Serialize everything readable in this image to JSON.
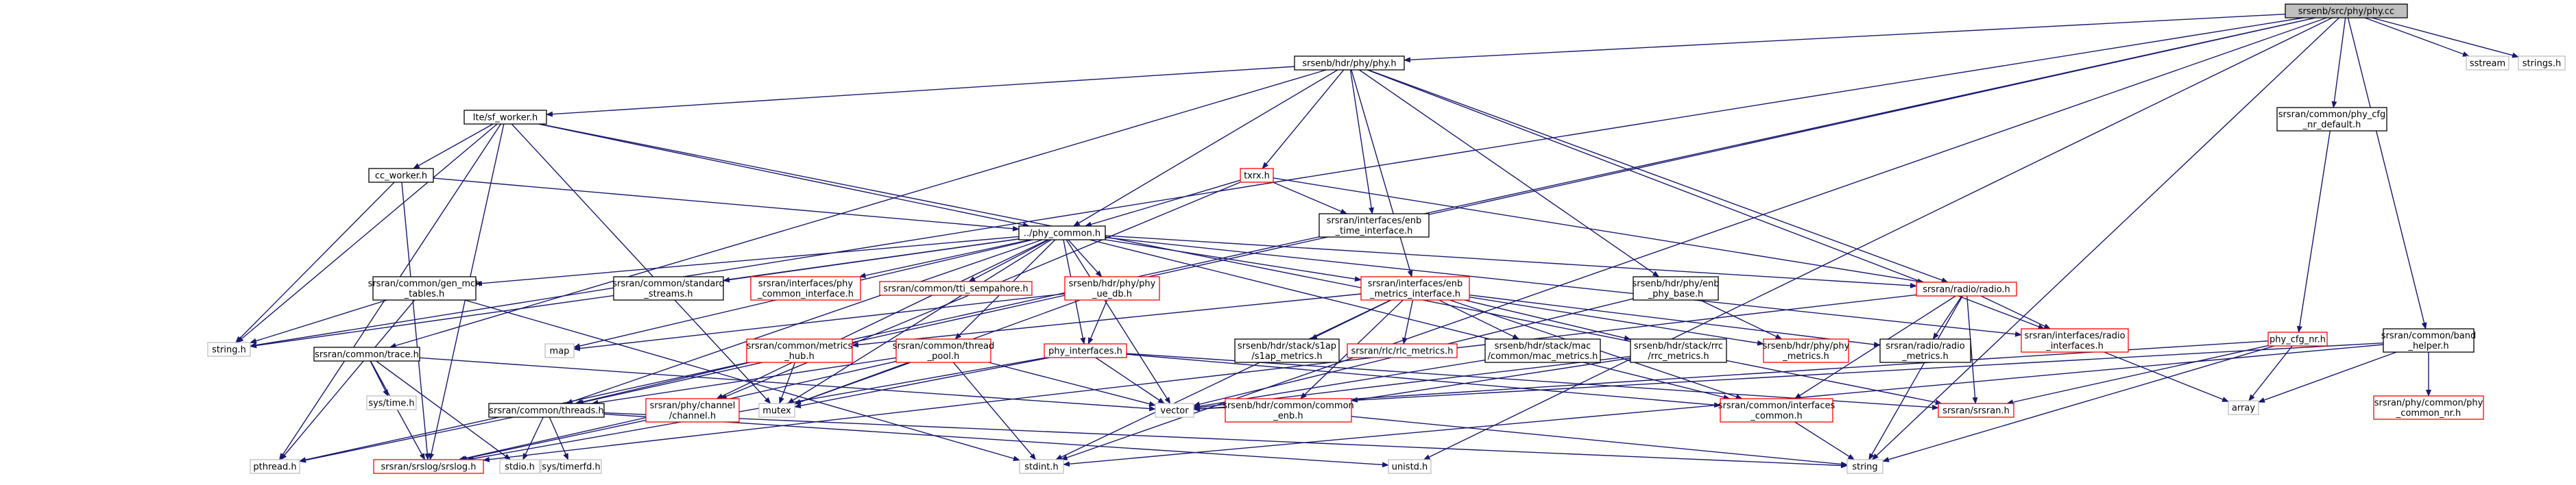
{
  "colors": {
    "edge": "#191970",
    "root_fill": "#bfbfbf",
    "node_fill": "#ffffff",
    "node_border": "#000000",
    "incomplete_border": "#ff0000",
    "system_border": "#bfbfbf"
  },
  "nodes": [
    {
      "id": "phy_cc",
      "lines": [
        "srsenb/src/phy/phy.cc"
      ],
      "kind": "root"
    },
    {
      "id": "phy_h",
      "lines": [
        "srsenb/hdr/phy/phy.h"
      ],
      "kind": "normal"
    },
    {
      "id": "sstream",
      "lines": [
        "sstream"
      ],
      "kind": "system"
    },
    {
      "id": "strings_h",
      "lines": [
        "strings.h"
      ],
      "kind": "system"
    },
    {
      "id": "phy_cfg_nr_default",
      "lines": [
        "srsran/common/phy_cfg",
        "_nr_default.h"
      ],
      "kind": "normal"
    },
    {
      "id": "lte_sf_worker",
      "lines": [
        "lte/sf_worker.h"
      ],
      "kind": "normal"
    },
    {
      "id": "txrx",
      "lines": [
        "txrx.h"
      ],
      "kind": "incomplete"
    },
    {
      "id": "cc_worker",
      "lines": [
        "cc_worker.h"
      ],
      "kind": "normal"
    },
    {
      "id": "enb_time_iface",
      "lines": [
        "srsran/interfaces/enb",
        "_time_interface.h"
      ],
      "kind": "normal"
    },
    {
      "id": "phy_common",
      "lines": [
        "../phy_common.h"
      ],
      "kind": "normal"
    },
    {
      "id": "phy_cfg_nr",
      "lines": [
        "phy_cfg_nr.h"
      ],
      "kind": "incomplete"
    },
    {
      "id": "band_helper",
      "lines": [
        "srsran/common/band",
        "_helper.h"
      ],
      "kind": "normal"
    },
    {
      "id": "gen_mch_tables",
      "lines": [
        "srsran/common/gen_mch",
        "_tables.h"
      ],
      "kind": "normal"
    },
    {
      "id": "common_standard_streams",
      "lines": [
        "srsran/common/standard",
        "_streams.h"
      ],
      "kind": "normal"
    },
    {
      "id": "phy_common_iface",
      "lines": [
        "srsran/interfaces/phy",
        "_common_interface.h"
      ],
      "kind": "incomplete"
    },
    {
      "id": "tti_sempahore",
      "lines": [
        "srsran/common/tti_sempahore.h"
      ],
      "kind": "incomplete"
    },
    {
      "id": "phy_ue_db",
      "lines": [
        "srsenb/hdr/phy/phy",
        "_ue_db.h"
      ],
      "kind": "incomplete"
    },
    {
      "id": "enb_metrics_iface",
      "lines": [
        "srsran/interfaces/enb",
        "_metrics_interface.h"
      ],
      "kind": "incomplete"
    },
    {
      "id": "enb_phy_base",
      "lines": [
        "srsenb/hdr/phy/enb",
        "_phy_base.h"
      ],
      "kind": "normal"
    },
    {
      "id": "radio_h",
      "lines": [
        "srsran/radio/radio.h"
      ],
      "kind": "incomplete"
    },
    {
      "id": "radio_interfaces",
      "lines": [
        "srsran/interfaces/radio",
        "_interfaces.h"
      ],
      "kind": "incomplete"
    },
    {
      "id": "string_h",
      "lines": [
        "string.h"
      ],
      "kind": "system"
    },
    {
      "id": "map",
      "lines": [
        "map"
      ],
      "kind": "system"
    },
    {
      "id": "metrics_hub",
      "lines": [
        "srsran/common/metrics",
        "_hub.h"
      ],
      "kind": "incomplete"
    },
    {
      "id": "thread_pool",
      "lines": [
        "srsran/common/thread",
        "_pool.h"
      ],
      "kind": "incomplete"
    },
    {
      "id": "phy_interfaces",
      "lines": [
        "phy_interfaces.h"
      ],
      "kind": "incomplete"
    },
    {
      "id": "s1ap_metrics",
      "lines": [
        "srsenb/hdr/stack/s1ap",
        "/s1ap_metrics.h"
      ],
      "kind": "normal"
    },
    {
      "id": "rlc_metrics",
      "lines": [
        "srsran/rlc/rlc_metrics.h"
      ],
      "kind": "incomplete"
    },
    {
      "id": "mac_metrics",
      "lines": [
        "srsenb/hdr/stack/mac",
        "/common/mac_metrics.h"
      ],
      "kind": "normal"
    },
    {
      "id": "rrc_metrics",
      "lines": [
        "srsenb/hdr/stack/rrc",
        "/rrc_metrics.h"
      ],
      "kind": "normal"
    },
    {
      "id": "phy_metrics",
      "lines": [
        "srsenb/hdr/phy/phy",
        "_metrics.h"
      ],
      "kind": "incomplete"
    },
    {
      "id": "radio_metrics",
      "lines": [
        "srsran/radio/radio",
        "_metrics.h"
      ],
      "kind": "normal"
    },
    {
      "id": "array",
      "lines": [
        "array"
      ],
      "kind": "system"
    },
    {
      "id": "phy_common_nr",
      "lines": [
        "srsran/phy/common/phy",
        "_common_nr.h"
      ],
      "kind": "incomplete"
    },
    {
      "id": "trace_h",
      "lines": [
        "srsran/common/trace.h"
      ],
      "kind": "normal"
    },
    {
      "id": "sys_time",
      "lines": [
        "sys/time.h"
      ],
      "kind": "system"
    },
    {
      "id": "threads_h",
      "lines": [
        "srsran/common/threads.h"
      ],
      "kind": "normal"
    },
    {
      "id": "channel_h",
      "lines": [
        "srsran/phy/channel",
        "/channel.h"
      ],
      "kind": "incomplete"
    },
    {
      "id": "mutex",
      "lines": [
        "mutex"
      ],
      "kind": "system"
    },
    {
      "id": "vector",
      "lines": [
        "vector"
      ],
      "kind": "system"
    },
    {
      "id": "common_enb",
      "lines": [
        "srsenb/hdr/common/common",
        "_enb.h"
      ],
      "kind": "incomplete"
    },
    {
      "id": "interfaces_common",
      "lines": [
        "srsran/common/interfaces",
        "_common.h"
      ],
      "kind": "incomplete"
    },
    {
      "id": "srsran_h",
      "lines": [
        "srsran/srsran.h"
      ],
      "kind": "incomplete"
    },
    {
      "id": "pthread_h",
      "lines": [
        "pthread.h"
      ],
      "kind": "system"
    },
    {
      "id": "srslog_h",
      "lines": [
        "srsran/srslog/srslog.h"
      ],
      "kind": "incomplete"
    },
    {
      "id": "stdio_h",
      "lines": [
        "stdio.h"
      ],
      "kind": "system"
    },
    {
      "id": "sys_timerfd",
      "lines": [
        "sys/timerfd.h"
      ],
      "kind": "system"
    },
    {
      "id": "stdint_h",
      "lines": [
        "stdint.h"
      ],
      "kind": "system"
    },
    {
      "id": "unistd_h",
      "lines": [
        "unistd.h"
      ],
      "kind": "system"
    },
    {
      "id": "string",
      "lines": [
        "string"
      ],
      "kind": "system"
    }
  ],
  "edges": [
    [
      "phy_cc",
      "phy_h"
    ],
    [
      "phy_cc",
      "sstream"
    ],
    [
      "phy_cc",
      "strings_h"
    ],
    [
      "phy_cc",
      "phy_cfg_nr_default"
    ],
    [
      "phy_cc",
      "band_helper"
    ],
    [
      "phy_cc",
      "pthread_h"
    ],
    [
      "phy_cc",
      "string_h"
    ],
    [
      "phy_cc",
      "threads_h"
    ],
    [
      "phy_cc",
      "unistd_h"
    ],
    [
      "phy_cc",
      "string"
    ],
    [
      "phy_cc",
      "stdint_h"
    ],
    [
      "phy_h",
      "lte_sf_worker"
    ],
    [
      "phy_h",
      "txrx"
    ],
    [
      "phy_h",
      "enb_time_iface"
    ],
    [
      "phy_h",
      "phy_common"
    ],
    [
      "phy_h",
      "trace_h"
    ],
    [
      "phy_h",
      "enb_metrics_iface"
    ],
    [
      "phy_h",
      "enb_phy_base"
    ],
    [
      "phy_h",
      "radio_h"
    ],
    [
      "phy_h",
      "radio_interfaces"
    ],
    [
      "lte_sf_worker",
      "cc_worker"
    ],
    [
      "lte_sf_worker",
      "phy_common"
    ],
    [
      "lte_sf_worker",
      "string_h"
    ],
    [
      "lte_sf_worker",
      "srslog_h"
    ],
    [
      "lte_sf_worker",
      "mutex"
    ],
    [
      "lte_sf_worker",
      "srsran_h"
    ],
    [
      "lte_sf_worker",
      "pthread_h"
    ],
    [
      "txrx",
      "phy_common"
    ],
    [
      "txrx",
      "enb_time_iface"
    ],
    [
      "txrx",
      "radio_h"
    ],
    [
      "txrx",
      "channel_h"
    ],
    [
      "cc_worker",
      "phy_common"
    ],
    [
      "cc_worker",
      "string_h"
    ],
    [
      "cc_worker",
      "srslog_h"
    ],
    [
      "phy_common",
      "gen_mch_tables"
    ],
    [
      "phy_common",
      "common_standard_streams"
    ],
    [
      "phy_common",
      "phy_common_iface"
    ],
    [
      "phy_common",
      "tti_sempahore"
    ],
    [
      "phy_common",
      "phy_ue_db"
    ],
    [
      "phy_common",
      "enb_metrics_iface"
    ],
    [
      "phy_common",
      "radio_h"
    ],
    [
      "phy_common",
      "radio_interfaces"
    ],
    [
      "phy_common",
      "string_h"
    ],
    [
      "phy_common",
      "map"
    ],
    [
      "phy_common",
      "thread_pool"
    ],
    [
      "phy_common",
      "phy_interfaces"
    ],
    [
      "phy_common",
      "threads_h"
    ],
    [
      "phy_common",
      "channel_h"
    ],
    [
      "phy_common",
      "vector"
    ],
    [
      "phy_common",
      "mutex"
    ],
    [
      "phy_common",
      "interfaces_common"
    ],
    [
      "gen_mch_tables",
      "string_h"
    ],
    [
      "gen_mch_tables",
      "stdint_h"
    ],
    [
      "gen_mch_tables",
      "pthread_h"
    ],
    [
      "phy_ue_db",
      "map"
    ],
    [
      "phy_ue_db",
      "phy_interfaces"
    ],
    [
      "phy_ue_db",
      "mutex"
    ],
    [
      "enb_metrics_iface",
      "s1ap_metrics"
    ],
    [
      "enb_metrics_iface",
      "rlc_metrics"
    ],
    [
      "enb_metrics_iface",
      "mac_metrics"
    ],
    [
      "enb_metrics_iface",
      "rrc_metrics"
    ],
    [
      "enb_metrics_iface",
      "phy_metrics"
    ],
    [
      "enb_metrics_iface",
      "radio_metrics"
    ],
    [
      "enb_metrics_iface",
      "metrics_hub"
    ],
    [
      "enb_metrics_iface",
      "common_enb"
    ],
    [
      "enb_metrics_iface",
      "stdint_h"
    ],
    [
      "enb_metrics_iface",
      "interfaces_common"
    ],
    [
      "enb_phy_base",
      "phy_metrics"
    ],
    [
      "enb_phy_base",
      "vector"
    ],
    [
      "radio_h",
      "radio_metrics"
    ],
    [
      "radio_h",
      "radio_interfaces"
    ],
    [
      "radio_h",
      "interfaces_common"
    ],
    [
      "radio_h",
      "srsran_h"
    ],
    [
      "radio_h",
      "string"
    ],
    [
      "radio_h",
      "srslog_h"
    ],
    [
      "radio_interfaces",
      "array"
    ],
    [
      "phy_cfg_nr_default",
      "phy_cfg_nr"
    ],
    [
      "phy_cfg_nr",
      "array"
    ],
    [
      "phy_cfg_nr",
      "vector"
    ],
    [
      "phy_cfg_nr",
      "string"
    ],
    [
      "phy_cfg_nr",
      "srsran_h"
    ],
    [
      "band_helper",
      "array"
    ],
    [
      "band_helper",
      "vector"
    ],
    [
      "band_helper",
      "phy_common_nr"
    ],
    [
      "band_helper",
      "stdint_h"
    ],
    [
      "metrics_hub",
      "threads_h"
    ],
    [
      "metrics_hub",
      "mutex"
    ],
    [
      "thread_pool",
      "threads_h"
    ],
    [
      "thread_pool",
      "mutex"
    ],
    [
      "thread_pool",
      "vector"
    ],
    [
      "thread_pool",
      "stdint_h"
    ],
    [
      "thread_pool",
      "srslog_h"
    ],
    [
      "phy_interfaces",
      "vector"
    ],
    [
      "phy_interfaces",
      "interfaces_common"
    ],
    [
      "phy_interfaces",
      "srsran_h"
    ],
    [
      "phy_interfaces",
      "mutex"
    ],
    [
      "phy_interfaces",
      "srslog_h"
    ],
    [
      "mac_metrics",
      "vector"
    ],
    [
      "rrc_metrics",
      "vector"
    ],
    [
      "rrc_metrics",
      "common_enb"
    ],
    [
      "trace_h",
      "sys_time"
    ],
    [
      "trace_h",
      "vector"
    ],
    [
      "trace_h",
      "stdio_h"
    ],
    [
      "trace_h",
      "srslog_h"
    ],
    [
      "threads_h",
      "pthread_h"
    ],
    [
      "threads_h",
      "stdio_h"
    ],
    [
      "threads_h",
      "unistd_h"
    ],
    [
      "threads_h",
      "sys_timerfd"
    ],
    [
      "threads_h",
      "string"
    ],
    [
      "channel_h",
      "srslog_h"
    ],
    [
      "common_enb",
      "string"
    ],
    [
      "interfaces_common",
      "string"
    ]
  ]
}
